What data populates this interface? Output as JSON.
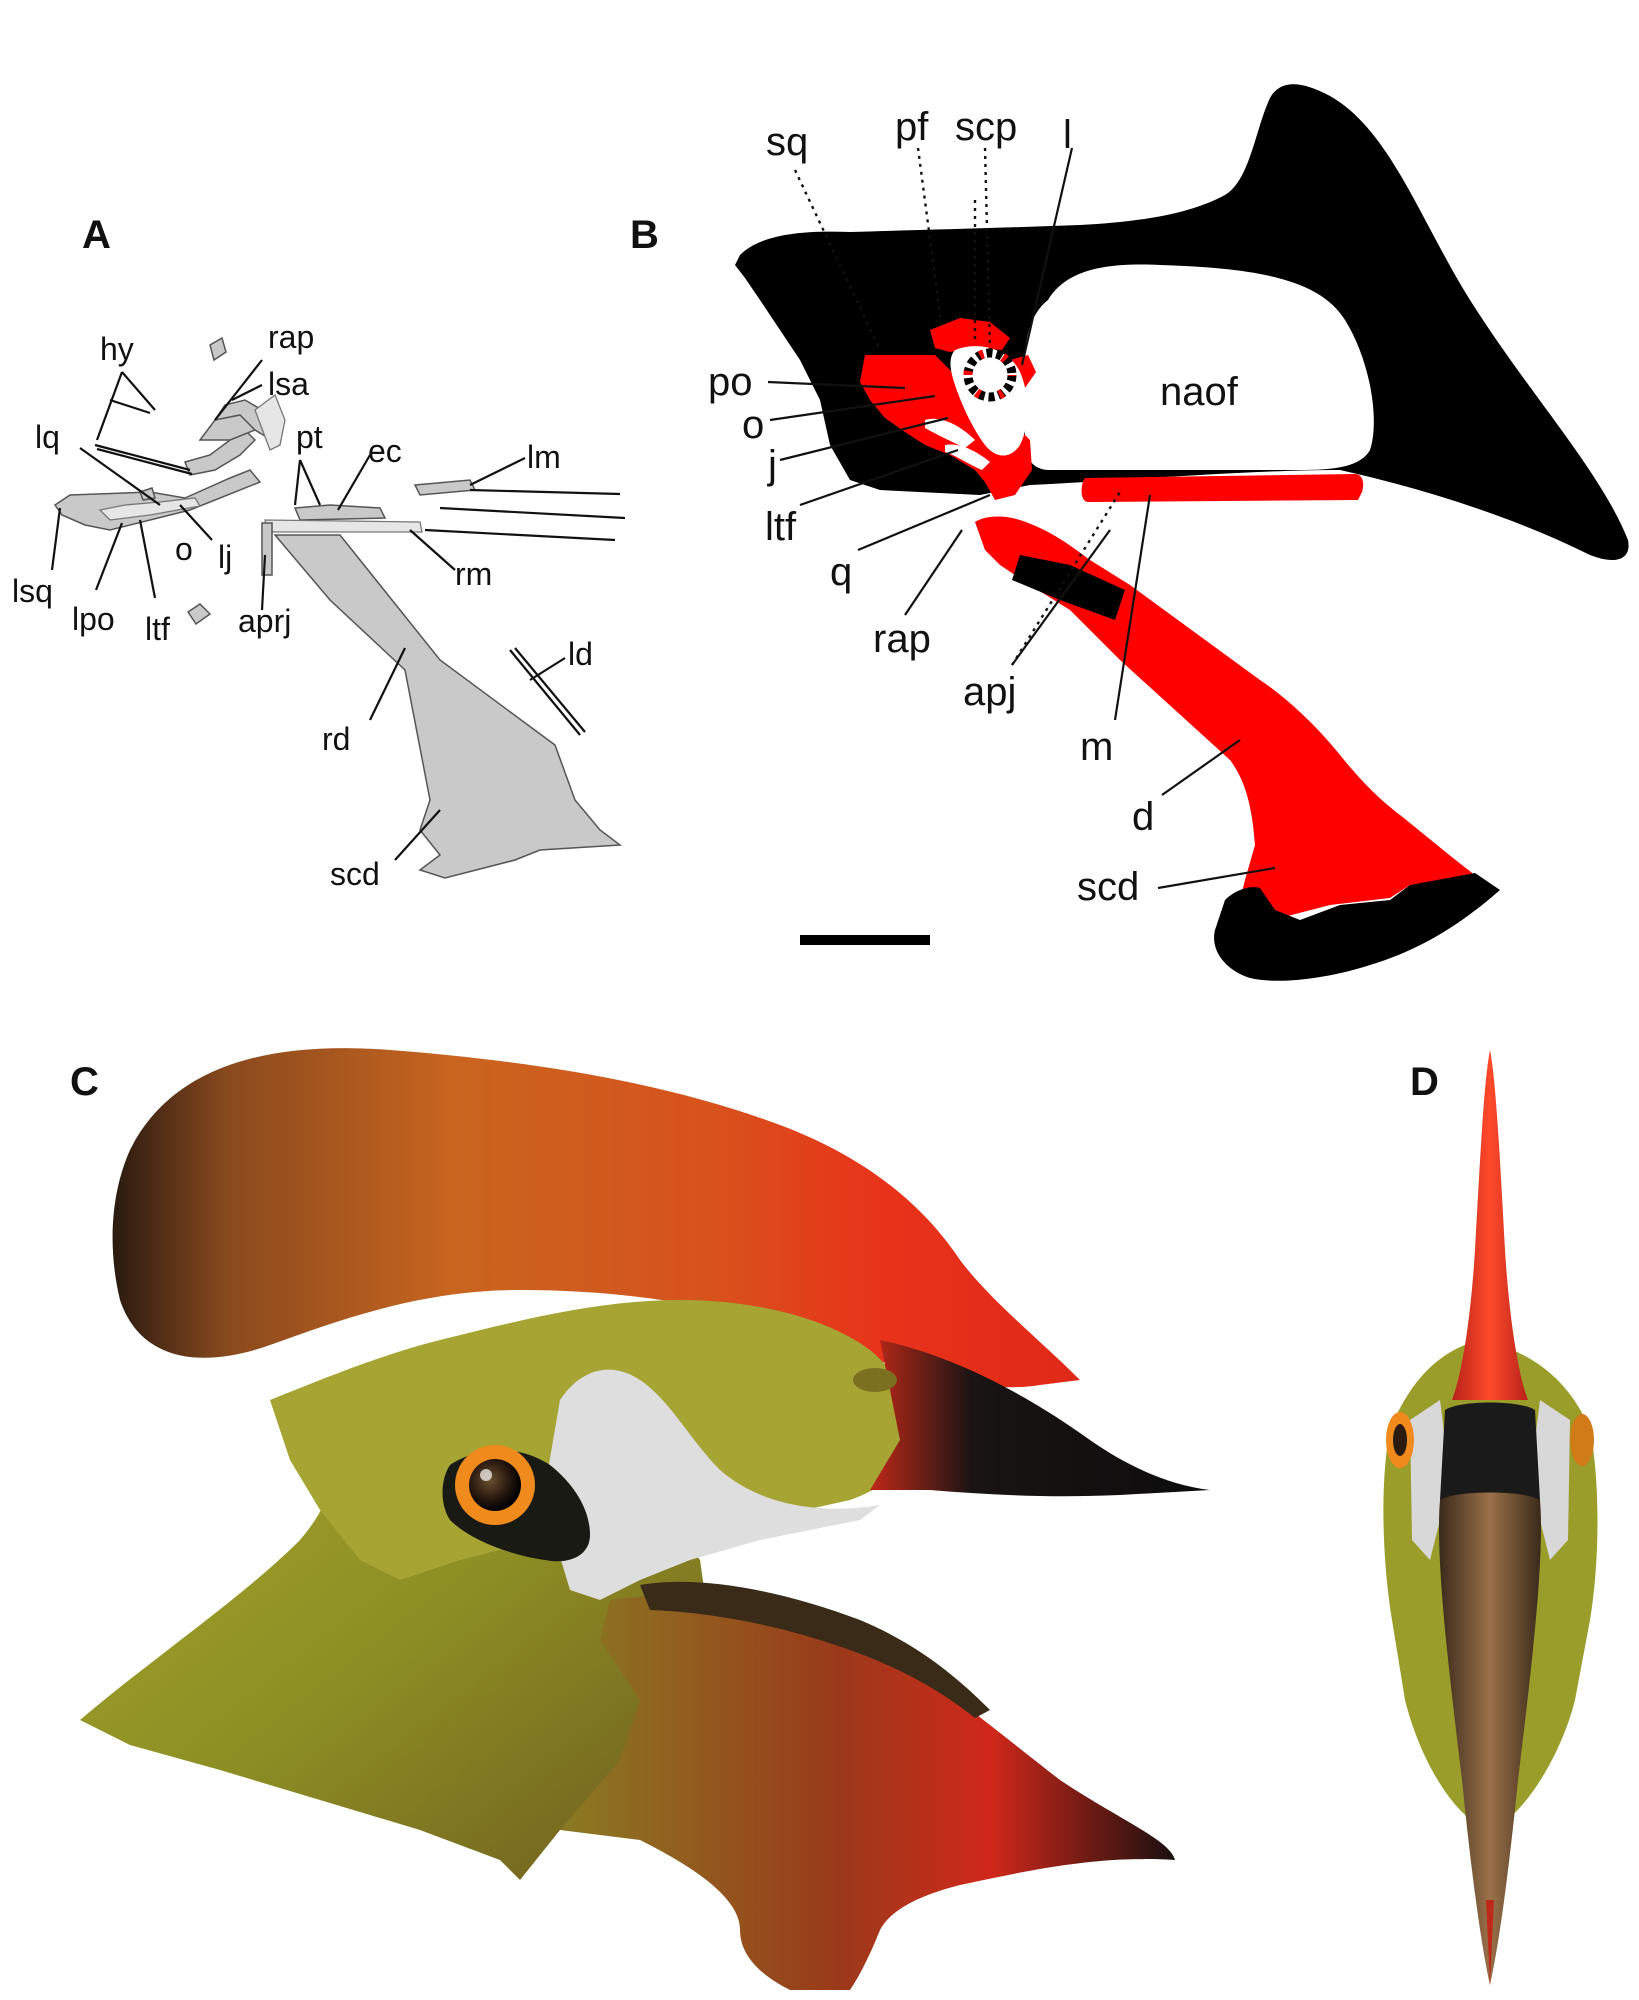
{
  "panels": {
    "a": "A",
    "b": "B",
    "c": "C",
    "d": "D"
  },
  "panel_a_labels": {
    "hy": "hy",
    "rap": "rap",
    "lsa": "lsa",
    "lq": "lq",
    "pt": "pt",
    "ec": "ec",
    "lm": "lm",
    "o": "o",
    "lj": "lj",
    "lsq": "lsq",
    "lpo": "lpo",
    "ltf": "ltf",
    "aprj": "aprj",
    "rm": "rm",
    "ld": "ld",
    "rd": "rd",
    "scd": "scd"
  },
  "panel_b_labels": {
    "sq": "sq",
    "pf": "pf",
    "scp": "scp",
    "l": "l",
    "po": "po",
    "naof": "naof",
    "o": "o",
    "j": "j",
    "ltf": "ltf",
    "q": "q",
    "rap": "rap",
    "apj": "apj",
    "m": "m",
    "d": "d",
    "scd": "scd"
  },
  "colors": {
    "skull_black": "#000000",
    "bone_red": "#ff0000",
    "fossil_grey": "#c9c9c9",
    "crest_orange": "#c8651f",
    "crest_red": "#e8321a",
    "skin_green": "#9a9d2a",
    "eye_orange": "#f08a1c",
    "beak_black": "#1a1a1a",
    "face_white": "#e4e4e4"
  }
}
